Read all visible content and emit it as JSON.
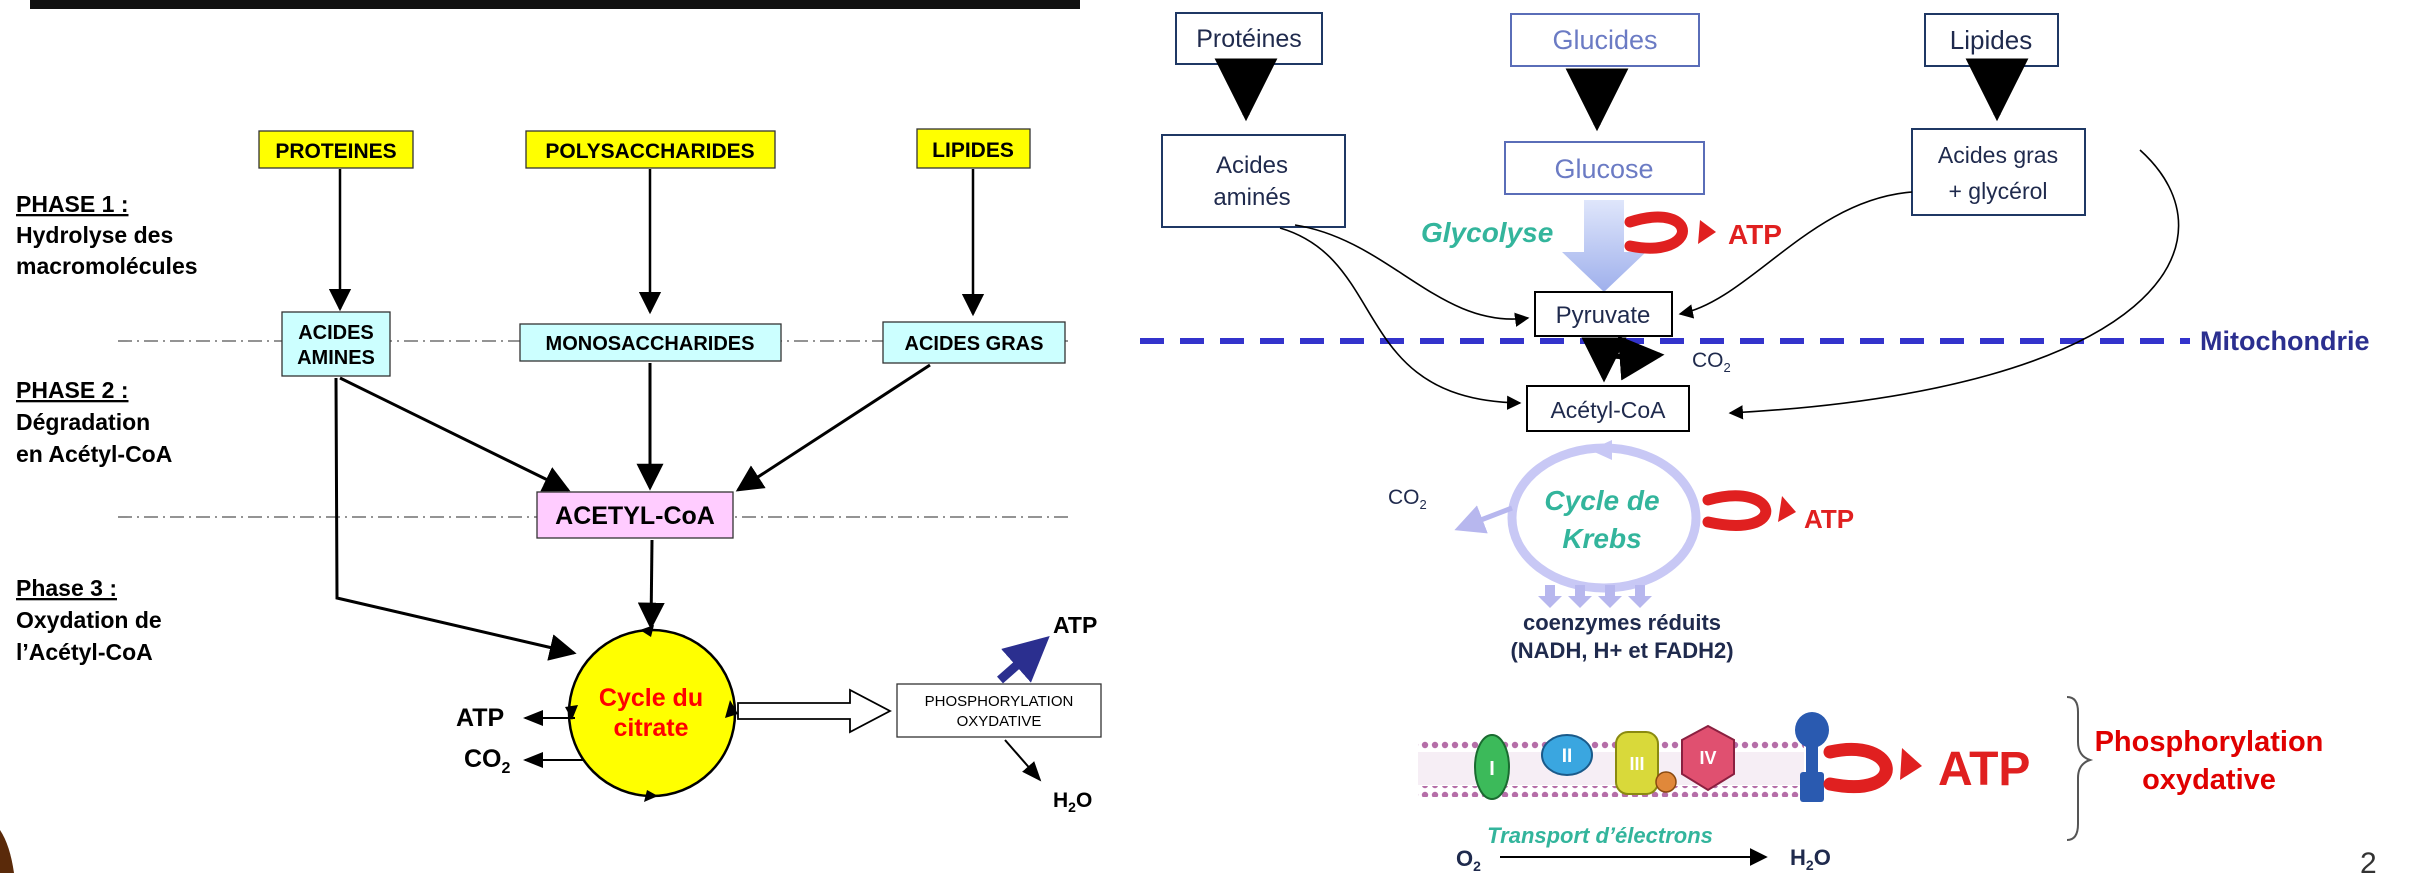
{
  "left": {
    "phases": [
      {
        "title": "PHASE 1 :",
        "lines": [
          "Hydrolyse des",
          "macromolécules"
        ]
      },
      {
        "title": "PHASE 2 :",
        "lines": [
          "Dégradation",
          "en Acétyl-CoA"
        ]
      },
      {
        "title": "Phase 3 :",
        "lines": [
          "Oxydation de",
          "l’Acétyl-CoA"
        ]
      }
    ],
    "sources": [
      "PROTEINES",
      "POLYSACCHARIDES",
      "LIPIDES"
    ],
    "monomers": {
      "acides_line1": "ACIDES",
      "acides_line2": "AMINES",
      "mono": "MONOSACCHARIDES",
      "gras": "ACIDES GRAS"
    },
    "acetyl": "ACETYL-CoA",
    "cycle_line1": "Cycle du",
    "cycle_line2": "citrate",
    "atp": "ATP",
    "co2_main": "CO",
    "co2_sub": "2",
    "phos_line1": "PHOSPHORYLATION",
    "phos_line2": "OXYDATIVE",
    "atp_top": "ATP",
    "h2o_main": "H",
    "h2o_sub": "2",
    "h2o_tail": "O"
  },
  "right": {
    "proteines": "Protéines",
    "glucides": "Glucides",
    "lipides": "Lipides",
    "acides_amines_1": "Acides",
    "acides_amines_2": "aminés",
    "glucose": "Glucose",
    "acides_gras_1": "Acides gras",
    "acides_gras_2": "+ glycérol",
    "glycolyse": "Glycolyse",
    "atp": "ATP",
    "pyruvate": "Pyruvate",
    "mitochondrie": "Mitochondrie",
    "co2_main": "CO",
    "co2_sub": "2",
    "acetyl": "Acétyl-CoA",
    "krebs_1": "Cycle de",
    "krebs_2": "Krebs",
    "coenz_1": "coenzymes réduits",
    "coenz_2": "(NADH, H+ et FADH2)",
    "complex_1": "I",
    "complex_2": "II",
    "complex_3": "III",
    "complex_4": "IV",
    "atp_big": "ATP",
    "phos_1": "Phosphorylation",
    "phos_2": "oxydative",
    "transport": "Transport d’électrons",
    "o2_main": "O",
    "o2_sub": "2",
    "h2o_main": "H",
    "h2o_sub": "2",
    "h2o_tail": "O"
  },
  "page_number": "2",
  "colors": {
    "yellow_box": "#ffff00",
    "cyan_box": "#ccffff",
    "pink_box": "#ffccff",
    "cycle_fill": "#ffff00",
    "cycle_text": "#ff0000",
    "navy_box": "#1f3864",
    "mito_line": "#3333cc",
    "glycolyse": "#33b59c",
    "atp_red": "#e02020",
    "phos_red": "#e00000",
    "krebs_ring": "#c8c8f5"
  }
}
